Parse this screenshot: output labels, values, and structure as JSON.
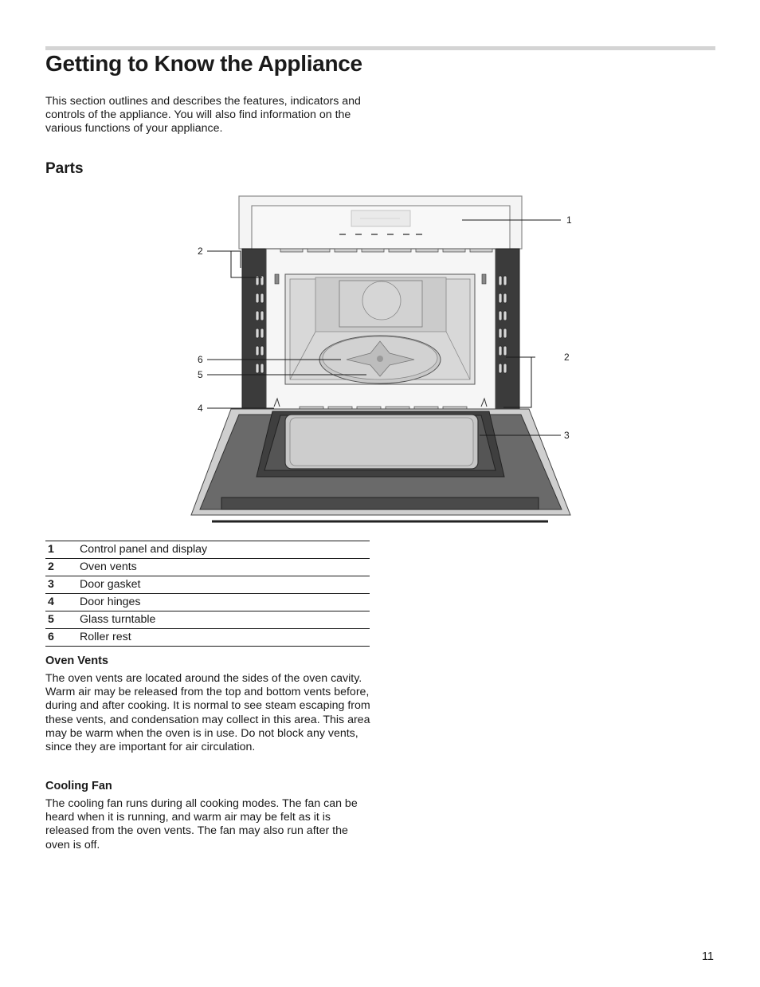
{
  "page": {
    "title": "Getting to Know the Appliance",
    "intro": "This section outlines and describes the features, indicators and controls of the appliance. You will also find information on the various functions of your appliance.",
    "parts_heading": "Parts",
    "page_number": "11"
  },
  "diagram": {
    "callouts": [
      "1",
      "2",
      "2",
      "3",
      "4",
      "5",
      "6"
    ]
  },
  "parts": [
    {
      "num": "1",
      "label": "Control panel and display"
    },
    {
      "num": "2",
      "label": "Oven vents"
    },
    {
      "num": "3",
      "label": "Door gasket"
    },
    {
      "num": "4",
      "label": "Door hinges"
    },
    {
      "num": "5",
      "label": "Glass turntable"
    },
    {
      "num": "6",
      "label": "Roller rest"
    }
  ],
  "oven_vents": {
    "heading": "Oven Vents",
    "text": "The oven vents are located around the sides of the oven cavity. Warm air may be released from the top and bottom vents before, during and after cooking. It is normal to see steam escaping from these vents, and condensation may collect in this area. This area may be warm when the oven is in use. Do not block any vents, since they are important for air circulation."
  },
  "cooling_fan": {
    "heading": "Cooling Fan",
    "text": "The cooling fan runs during all cooking modes. The fan can be heard when it is running, and warm air may be felt as it is released from the oven vents. The fan may also run after the oven is off."
  }
}
